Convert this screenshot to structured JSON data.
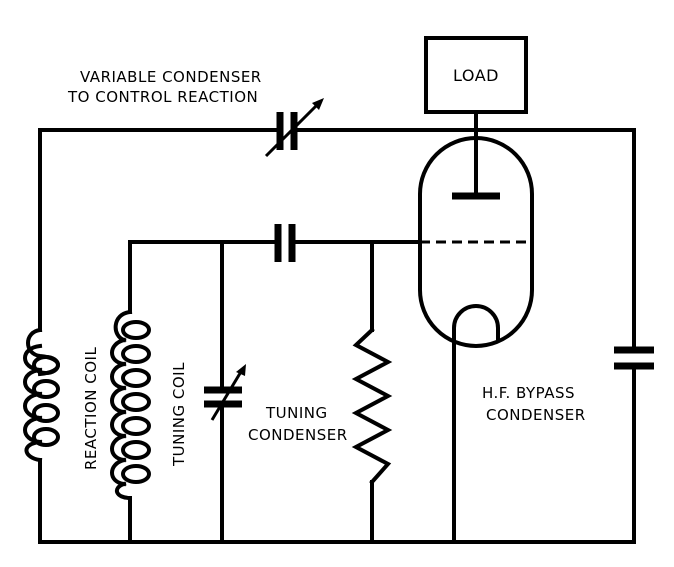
{
  "labels": {
    "load": "LOAD",
    "variable_condenser_line1": "VARIABLE CONDENSER",
    "variable_condenser_line2": "TO CONTROL REACTION",
    "reaction_coil": "REACTION COIL",
    "tuning_coil": "TUNING COIL",
    "tuning_condenser_line1": "TUNING",
    "tuning_condenser_line2": "CONDENSER",
    "bypass_line1": "H.F. BYPASS",
    "bypass_line2": "CONDENSER"
  }
}
